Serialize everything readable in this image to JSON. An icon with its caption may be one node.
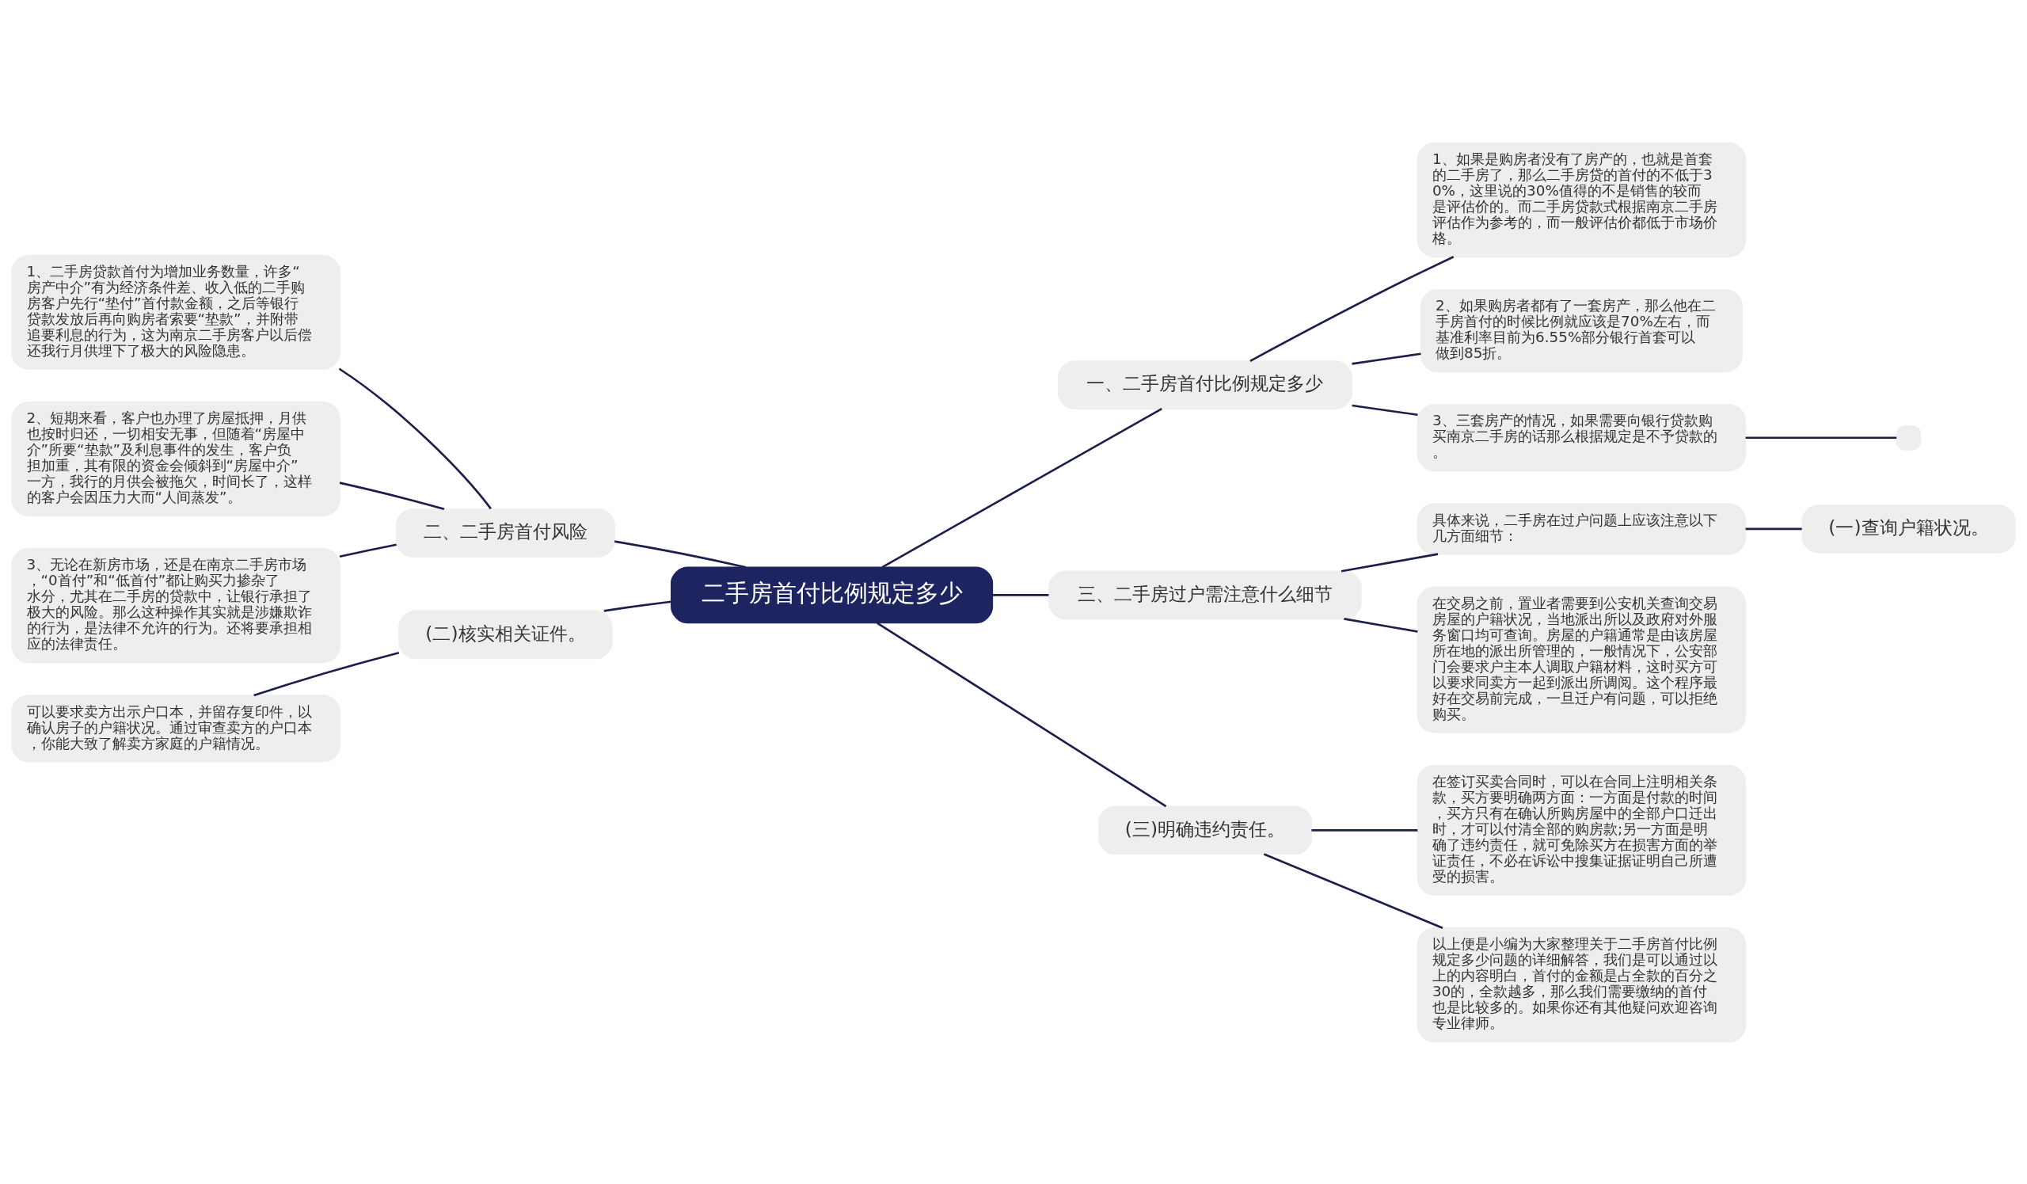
{
  "diagram": {
    "nodes": [
      {
        "text": [
          "二手房首付比例规定多少"
        ]
      },
      {
        "text": [
          "一、二手房首付比例规定多少"
        ]
      },
      {
        "text": [
          "1、如果是购房者没有了房产的，也就是首套的二手房了，那么二手房贷的首付的不低于30%，这里说的30%值得的不是销售的较而是评估价的。而二手房贷款式根据南京二手房评估作为参考的，而一般评估价都低于市场价格。"
        ]
      },
      {
        "text": [
          "2、如果购房者都有了一套房产，那么他在二手房首付的时候比例就应该是70%左右，而基准利率目前为6.55%部分银行首套可以做到85折。"
        ]
      },
      {
        "text": [
          "3、三套房产的情况，如果需要向银行贷款购买南京二手房的话那么根据规定是不予贷款的。"
        ]
      },
      {
        "text": [],
        "shape": "box"
      },
      {
        "text": [
          "二、二手房首付风险"
        ]
      },
      {
        "text": [
          "1、二手房贷款首付为增加业务数量，许多“房产中介”有为经济条件差、收入低的二手购房客户先行“垫付”首付款金额，之后等银行贷款发放后再向购房者索要“垫款”，并附带追要利息的行为，这为南京二手房客户以后偿还我行月供埋下了极大的风险隐患。"
        ]
      },
      {
        "text": [
          "2、短期来看，客户也办理了房屋抵押，月供也按时归还，一切相安无事，但随着“房屋中介”所要“垫款”及利息事件的发生，客户负担加重，其有限的资金会倾斜到“房屋中介”一方，我行的月供会被拖欠，时间长了，这样的客户会因压力大而“人间蒸发”。"
        ]
      },
      {
        "text": [
          "3、无论在新房市场，还是在南京二手房市场，“0首付”和“低首付”都让购买力掺杂了水分，尤其在二手房的贷款中，让银行承担了极大的风险。那么这种操作其实就是涉嫌欺诈的行为，是法律不允许的行为。还将要承担相应的法律责任。"
        ]
      },
      {
        "text": [
          "三、二手房过户需注意什么细节"
        ]
      },
      {
        "text": [
          "具体来说，二手房在过户问题上应该注意以下几方面细节："
        ]
      },
      {
        "text": [
          "(一)查询户籍状况。"
        ]
      },
      {
        "text": [
          "在交易之前，置业者需要到公安机关查询交易房屋的户籍状况，当地派出所以及政府对外服务窗口均可查询。房屋的户籍通常是由该房屋所在地的派出所管理的，一般情况下，公安部门会要求户主本人调取户籍材料，这时买方可以要求同卖方一起到派出所调阅。这个程序最好在交易前完成，一旦迁户有问题，可以拒绝购买。"
        ]
      },
      {
        "text": [
          "(二)核实相关证件。"
        ]
      },
      {
        "text": [
          "可以要求卖方出示户口本，并留存复印件，以确认房子的户籍状况。通过审查卖方的户口本，你能大致了解卖方家庭的户籍情况。"
        ]
      },
      {
        "text": [
          "(三)明确违约责任。"
        ]
      },
      {
        "text": [
          "在签订买卖合同时，可以在合同上注明相关条款，买方要明确两方面：一方面是付款的时间，买方只有在确认所购房屋中的全部户口迁出时，才可以付清全部的购房款;另一方面是明确了违约责任，就可免除买方在损害方面的举证责任，不必在诉讼中搜集证据证明自己所遭受的损害。"
        ]
      },
      {
        "text": [
          "以上便是小编为大家整理关于二手房首付比例规定多少问题的详细解答，我们是可以通过以上的内容明白，首付的金额是占全款的百分之30的，全款越多，那么我们需要缴纳的首付也是比较多的。如果你还有其他疑问欢迎咨询专业律师。"
        ]
      }
    ],
    "edges": [
      {
        "from": 0,
        "to": 1,
        "arrow": "none"
      },
      {
        "from": 1,
        "to": 2,
        "arrow": "none"
      },
      {
        "from": 1,
        "to": 3,
        "arrow": "none"
      },
      {
        "from": 1,
        "to": 4,
        "arrow": "none"
      },
      {
        "from": 4,
        "to": 5,
        "arrow": "none"
      },
      {
        "from": 0,
        "to": 6,
        "arrow": "none"
      },
      {
        "from": 6,
        "to": 7,
        "arrow": "none"
      },
      {
        "from": 6,
        "to": 8,
        "arrow": "none"
      },
      {
        "from": 6,
        "to": 9,
        "arrow": "none"
      },
      {
        "from": 0,
        "to": 10,
        "arrow": "none"
      },
      {
        "from": 10,
        "to": 11,
        "arrow": "none"
      },
      {
        "from": 10,
        "to": 13,
        "arrow": "none"
      },
      {
        "from": 11,
        "to": 12,
        "arrow": "none"
      },
      {
        "from": 0,
        "to": 14,
        "arrow": "none"
      },
      {
        "from": 14,
        "to": 15,
        "arrow": "none"
      },
      {
        "from": 0,
        "to": 16,
        "arrow": "none"
      },
      {
        "from": 16,
        "to": 17,
        "arrow": "none"
      },
      {
        "from": 16,
        "to": 18,
        "arrow": "none"
      }
    ]
  }
}
